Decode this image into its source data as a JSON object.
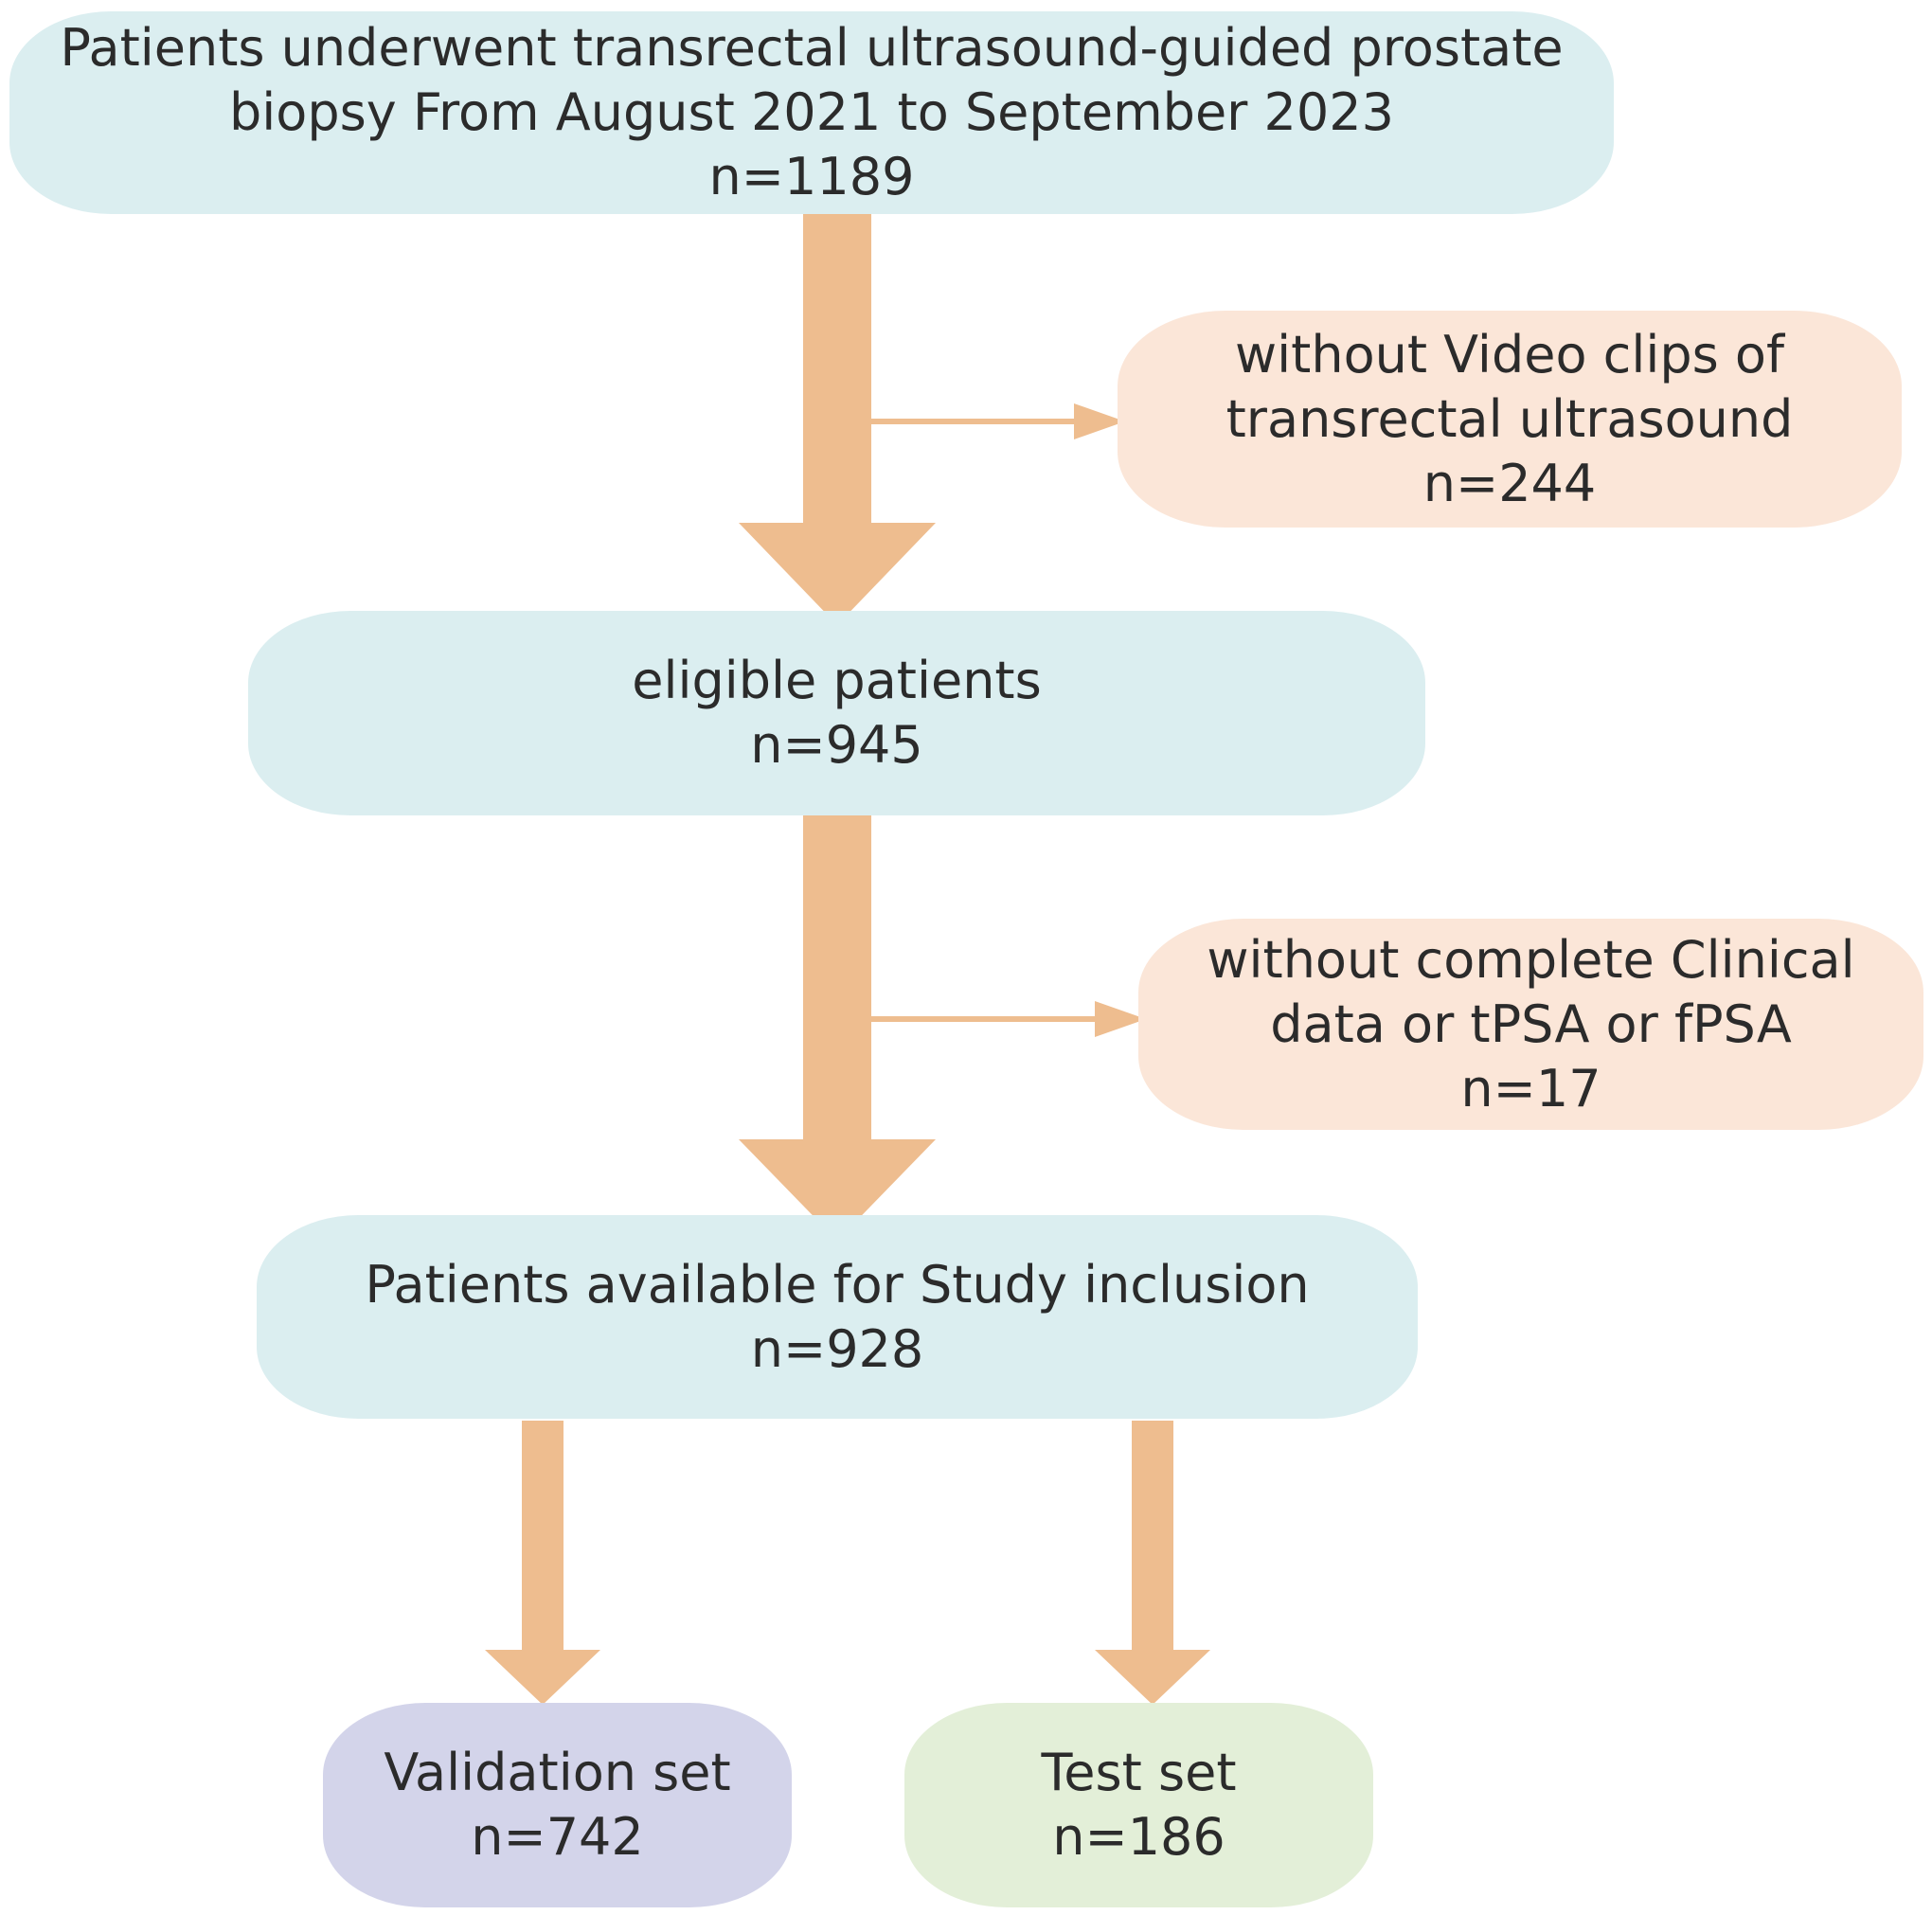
{
  "boxes": {
    "start": {
      "line1": "Patients underwent  transrectal ultrasound-guided prostate",
      "line2": "biopsy  From August 2021 to September 2023",
      "count": "n=1189"
    },
    "exclude1": {
      "line1": "without  Video clips of",
      "line2": "transrectal ultrasound",
      "count": "n=244"
    },
    "eligible": {
      "line1": "eligible patients",
      "count": "n=945"
    },
    "exclude2": {
      "line1": "without complete Clinical",
      "line2": "data or tPSA or fPSA",
      "count": "n=17"
    },
    "available": {
      "line1": "Patients available for Study inclusion",
      "count": "n=928"
    },
    "validation": {
      "line1": "Validation set",
      "count": "n=742"
    },
    "test": {
      "line1": "Test set",
      "count": "n=186"
    }
  },
  "colors": {
    "main_box": "#dbeef0",
    "exclusion_box": "#fbe6d8",
    "validation_box": "#d3d4ea",
    "test_box": "#e3efd8",
    "arrow": "#eebd8f",
    "text": "#2b2b2b"
  }
}
